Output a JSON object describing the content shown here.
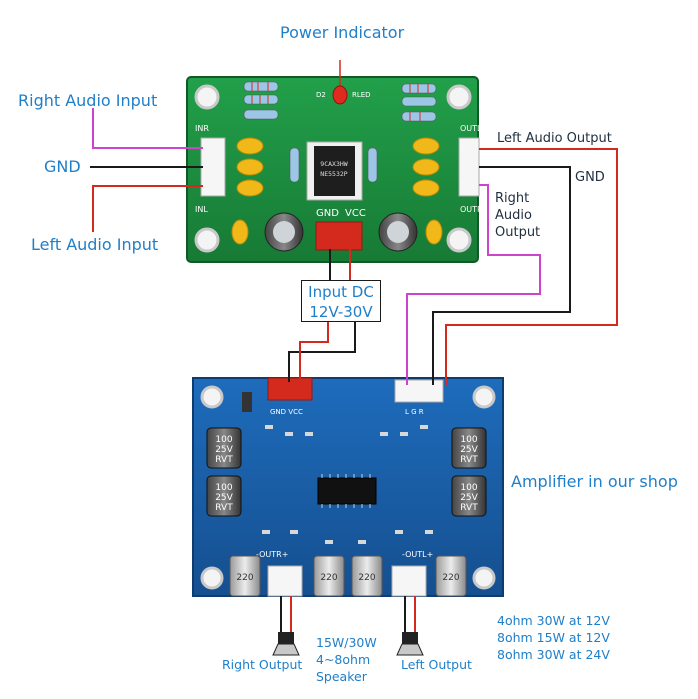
{
  "labels": {
    "power_indicator": "Power Indicator",
    "right_audio_input": "Right Audio Input",
    "gnd_left": "GND",
    "left_audio_input": "Left Audio Input",
    "left_audio_output": "Left Audio Output",
    "gnd_right": "GND",
    "right_audio_output": [
      "Right",
      "Audio",
      "Output"
    ],
    "input_dc": [
      "Input DC",
      "12V-30V"
    ],
    "amplifier_shop": "Amplifier in our shop",
    "right_output": "Right Output",
    "left_output": "Left Output",
    "speaker_spec": [
      "15W/30W",
      "4~8ohm",
      "Speaker"
    ],
    "power_specs": [
      "4ohm 30W at 12V",
      "8ohm 15W at 12V",
      "8ohm 30W at 24V"
    ]
  },
  "preamp_board": {
    "chip": [
      "9CAX3HW",
      "NE5532P"
    ],
    "pin_labels": {
      "inr": "INR",
      "inl": "INL",
      "outl": "OUTL",
      "outr": "OUTR",
      "gnd": "GND",
      "vcc": "VCC",
      "d2": "D2",
      "rled": "RLED"
    }
  },
  "amp_board": {
    "power_pins": "GND VCC",
    "signal_pins": "L G R",
    "caps": [
      "100",
      "25V",
      "RVT"
    ],
    "out_caps": "220",
    "outr": "-OUTR+",
    "outl": "-OUTL+"
  },
  "colors": {
    "label_blue": "#1f7fc9",
    "preamp_pcb": "#1b8a3e",
    "amp_pcb": "#1a5fa8",
    "wire_red": "#d42a1e",
    "wire_black": "#1a1a1a",
    "wire_magenta": "#cc44cc",
    "capacitor_yellow": "#f0b818"
  }
}
